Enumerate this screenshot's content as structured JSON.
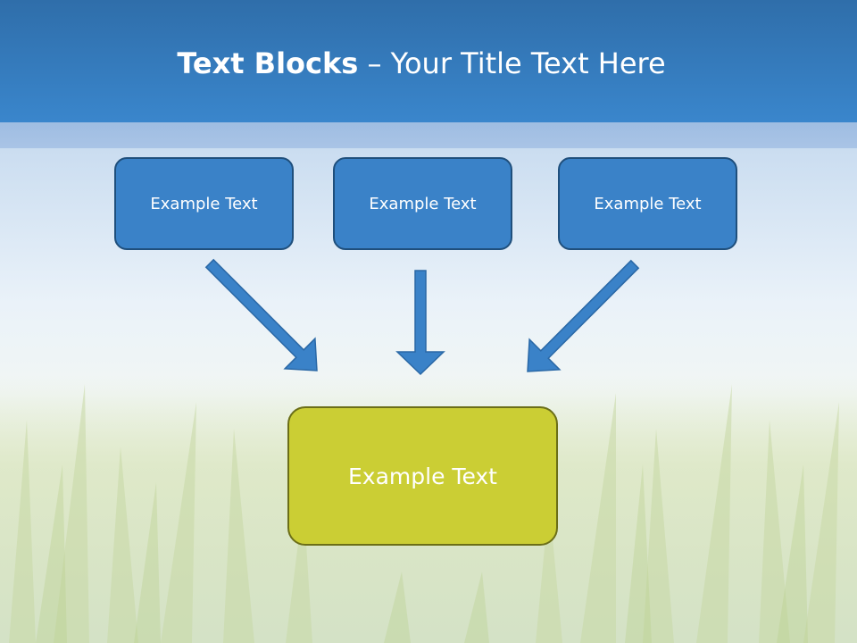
{
  "title": {
    "bold": "Text Blocks",
    "separator": " – ",
    "regular": "Your Title Text Here"
  },
  "blocks": {
    "left": "Example Text",
    "middle": "Example Text",
    "right": "Example Text",
    "center": "Example Text"
  },
  "colors": {
    "title_bar": "#3a86cc",
    "top_box_fill": "#3a82c8",
    "top_box_border": "#1f4f7c",
    "arrow_fill": "#3a82c8",
    "center_box_fill": "#cbce34",
    "center_box_border": "#6b6e17"
  }
}
